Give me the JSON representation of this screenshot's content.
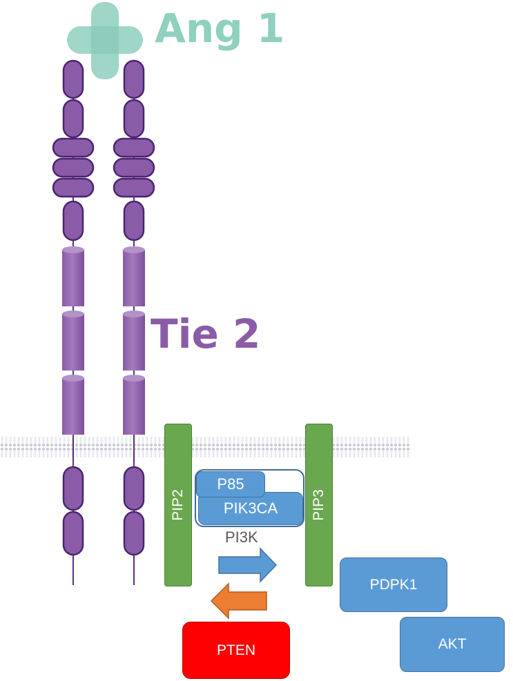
{
  "labels": {
    "ang1": "Ang 1",
    "tie2": "Tie 2",
    "pip2": "PIP2",
    "pip3": "PIP3",
    "p85": "P85",
    "pik3ca": "PIK3CA",
    "pi3k": "PI3K",
    "pdpk1": "PDPK1",
    "akt": "AKT",
    "pten": "PTEN"
  },
  "colors": {
    "ang1": "#8fd0bf",
    "tie2": "#8a5ca8",
    "tie2_stalk": "#5b2e82",
    "membrane": "#c8ccd4",
    "pip_bar": "#6aa84f",
    "protein_blue": "#5b9bd5",
    "pten_red": "#ff0000",
    "arrow_orange": "#ed7d31",
    "pi3k_text": "#595959"
  }
}
